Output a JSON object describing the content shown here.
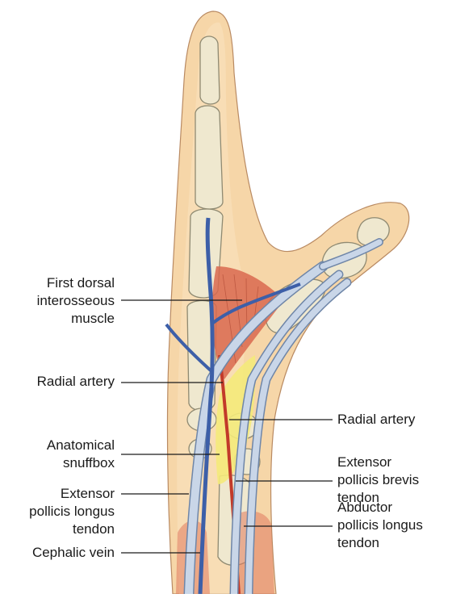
{
  "labels": {
    "first_dorsal_interosseous": [
      "First dorsal",
      "interosseous",
      "muscle"
    ],
    "radial_artery_left": [
      "Radial artery"
    ],
    "anatomical_snuffbox": [
      "Anatomical",
      "snuffbox"
    ],
    "extensor_pollicis_longus": [
      "Extensor",
      "pollicis longus",
      "tendon"
    ],
    "cephalic_vein": [
      "Cephalic vein"
    ],
    "radial_artery_right": [
      "Radial artery"
    ],
    "extensor_pollicis_brevis": [
      "Extensor",
      "pollicis brevis",
      "tendon"
    ],
    "abductor_pollicis_longus": [
      "Abductor",
      "pollicis longus",
      "tendon"
    ]
  },
  "colors": {
    "skin": "#f6d6a8",
    "skin_outline": "#b98a62",
    "bone": "#efe8cf",
    "bone_outline": "#8f8a72",
    "muscle": "#d9694f",
    "tendon": "#c9d6e8",
    "tendon_outline": "#6f86a8",
    "vein": "#3d5fa8",
    "artery": "#c23a2a",
    "snuffbox": "#f4ea7a"
  }
}
